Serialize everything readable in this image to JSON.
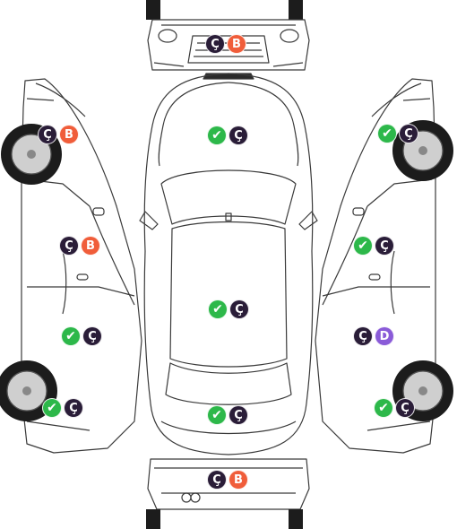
{
  "colors": {
    "check": "#2db84a",
    "cizik": "#2a1d38",
    "boya": "#f05d3a",
    "degisen": "#8a5bd8",
    "outline": "#3a3a3a",
    "wheel": "#1c1c1c",
    "rim": "#cfcfcf"
  },
  "legend_symbols": {
    "check": "✔",
    "cizik": "Ç",
    "boya": "B",
    "degisen": "D"
  },
  "parts": [
    {
      "id": "front-bumper",
      "badges": [
        "cizik",
        "boya"
      ]
    },
    {
      "id": "hood",
      "badges": [
        "check",
        "cizik"
      ]
    },
    {
      "id": "left-front-fender",
      "badges": [
        "cizik",
        "boya"
      ]
    },
    {
      "id": "right-front-fender",
      "badges": [
        "check",
        "cizik"
      ]
    },
    {
      "id": "left-front-door",
      "badges": [
        "cizik",
        "boya"
      ]
    },
    {
      "id": "right-front-door",
      "badges": [
        "check",
        "cizik"
      ]
    },
    {
      "id": "roof",
      "badges": [
        "check",
        "cizik"
      ]
    },
    {
      "id": "left-rear-door",
      "badges": [
        "check",
        "cizik"
      ]
    },
    {
      "id": "right-rear-door",
      "badges": [
        "cizik",
        "degisen"
      ]
    },
    {
      "id": "left-rear-fender",
      "badges": [
        "check",
        "cizik"
      ]
    },
    {
      "id": "right-rear-fender",
      "badges": [
        "check",
        "cizik"
      ]
    },
    {
      "id": "trunk",
      "badges": [
        "check",
        "cizik"
      ]
    },
    {
      "id": "rear-bumper",
      "badges": [
        "cizik",
        "boya"
      ]
    }
  ]
}
